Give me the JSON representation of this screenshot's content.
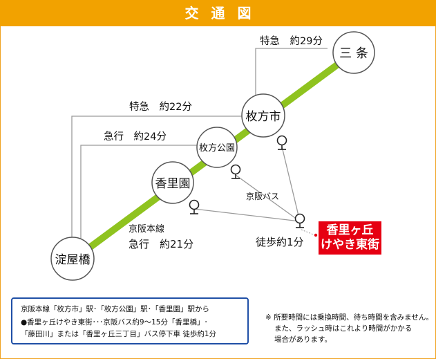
{
  "header": {
    "title": "交通図"
  },
  "stations": {
    "sanjo": "三 条",
    "hirakatashi": "枚方市",
    "hirakatakoen": "枚方公園",
    "korien": "香里園",
    "yodoyabashi": "淀屋橋"
  },
  "routes": {
    "sanjo": "特急　約29分",
    "hirakatashi": "特急　約22分",
    "hirakatakoen": "急行　約24分",
    "line_name": "京阪本線",
    "korien": "急行　約21分"
  },
  "bus": {
    "label": "京阪バス"
  },
  "walk": {
    "label": "徒歩約1分"
  },
  "destination": {
    "line1": "香里ヶ丘",
    "line2": "けやき東街"
  },
  "info": {
    "line1": "京阪本線「枚方市」駅･「枚方公園」駅･「香里園」駅から",
    "line2": "●香里ヶ丘けやき東街･･･京阪バス約9〜15分「香里橋」･",
    "line3": "「藤田川」または「香里ヶ丘三丁目」バス停下車 徒歩約1分"
  },
  "note": {
    "line1": "※ 所要時間には乗換時間、待ち時間を含みません。",
    "line2": "また、ラッシュ時はこれより時間がかかる",
    "line3": "場合があります。"
  },
  "colors": {
    "header": "#f2a200",
    "rail": "#8fc31f",
    "destination": "#e60012",
    "box_border": "#1f4fa6"
  }
}
